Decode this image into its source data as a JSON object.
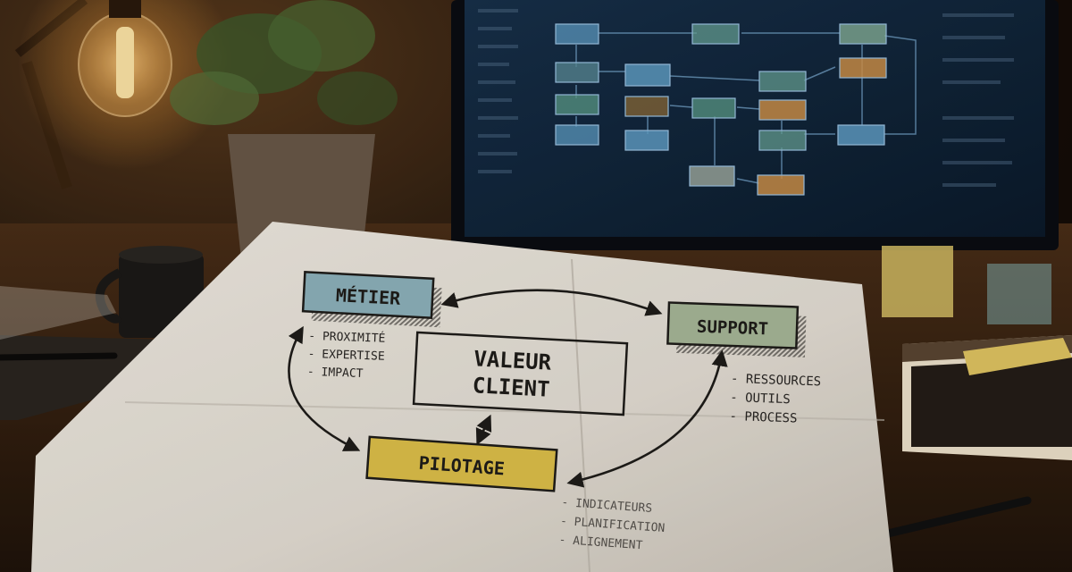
{
  "diagram": {
    "center": {
      "line1": "VALEUR",
      "line2": "CLIENT"
    },
    "metier": {
      "label": "MÉTIER",
      "bullets": [
        "- PROXIMITÉ",
        "- EXPERTISE",
        "- IMPACT"
      ]
    },
    "support": {
      "label": "SUPPORT",
      "bullets": [
        "- RESSOURCES",
        "- OUTILS",
        "- PROCESS"
      ]
    },
    "pilotage": {
      "label": "PILOTAGE",
      "bullets": [
        "- INDICATEURS",
        "- PLANIFICATION",
        "- ALIGNEMENT"
      ]
    }
  },
  "colors": {
    "metier": "#8fb3bd",
    "support": "#a9b99a",
    "pilotage": "#e0c24a",
    "paper": "#ece7de",
    "screen": "#0f2236"
  }
}
